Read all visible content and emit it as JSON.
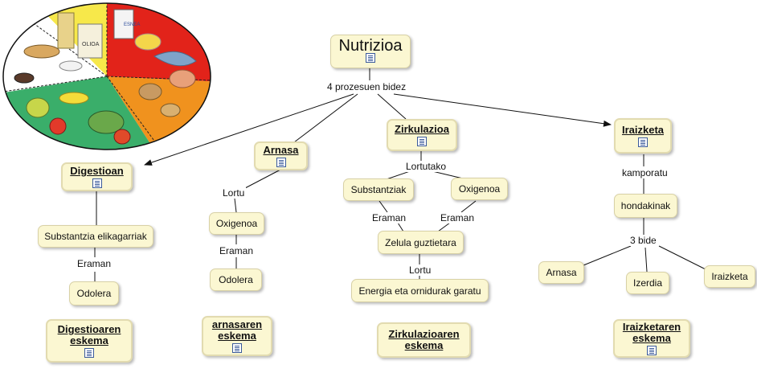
{
  "title": "Nutrizioa",
  "top_link": "4 prozesuen bidez",
  "columns": {
    "digestioan": {
      "header": "Digestioan",
      "items": [
        "Substantzia elikagarriak",
        "Odolera"
      ],
      "links": [
        "Eraman"
      ],
      "footer": [
        "Digestioaren",
        "eskema"
      ]
    },
    "arnasa": {
      "header": "Arnasa",
      "items": [
        "Oxigenoa",
        "Odolera"
      ],
      "links": [
        "Lortu",
        "Eraman"
      ],
      "footer": [
        "arnasaren",
        "eskema"
      ]
    },
    "zirkulazioa": {
      "header": "Zirkulazioa",
      "link_top": "Lortutako",
      "left": "Substantziak",
      "right": "Oxigenoa",
      "link_left": "Eraman",
      "link_right": "Eraman",
      "center": "Zelula guztietara",
      "link_bottom": "Lortu",
      "bottom": "Energia eta ornidurak garatu",
      "footer": [
        "Zirkulazioaren",
        "eskema"
      ]
    },
    "iraizketa": {
      "header": "Iraizketa",
      "link_top": "kamporatu",
      "mid": "hondakinak",
      "link_mid": "3 bide",
      "outputs": [
        "Arnasa",
        "Izerdia",
        "Iraizketa"
      ],
      "footer": [
        "Iraizketaren",
        "eskema"
      ]
    }
  },
  "plate_labels": {
    "milk": "ESNEA",
    "oil": "OLIOA"
  },
  "colors": {
    "node_fill": "#fbf7d2",
    "node_border": "#d8d1a6",
    "plate_yellow": "#f7e84a",
    "plate_red": "#e2231a",
    "plate_orange": "#f0921e",
    "plate_green": "#3aae6a",
    "plate_white": "#ffffff"
  },
  "icons": [
    "document-icon"
  ]
}
